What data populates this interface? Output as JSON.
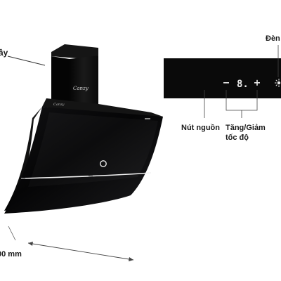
{
  "labels": {
    "top_left": "ây",
    "light": "Đèn",
    "power_button": "Nút nguồn",
    "speed_line1": "Tăng/Giảm",
    "speed_line2": "tốc độ",
    "width": "00 mm"
  },
  "brand_text": "Canzy",
  "control_panel": {
    "minus": "–",
    "plus": "+",
    "display_digit": "8."
  },
  "colors": {
    "hood_glass": "#0b0b0c",
    "panel": "#0a0a0a",
    "accent_ring": "#e9e9e9"
  }
}
